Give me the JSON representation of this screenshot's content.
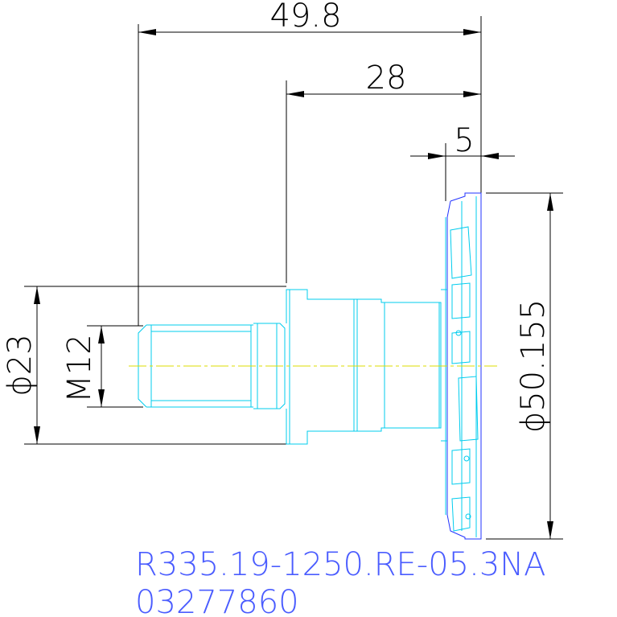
{
  "dimensions": {
    "overall_length": "49.8",
    "shank_length": "28",
    "insert_width": "5",
    "shank_diameter": "ϕ23",
    "thread": "M12",
    "cutter_diameter": "ϕ50.155"
  },
  "part": {
    "code": "R335.19-1250.RE-05.3NA",
    "number": "03277860"
  },
  "colors": {
    "dimension": "#000000",
    "geometry": "#00ccee",
    "cutter_outline": "#2233ff",
    "center_line": "#dddd00",
    "label": "#4a5cff"
  }
}
